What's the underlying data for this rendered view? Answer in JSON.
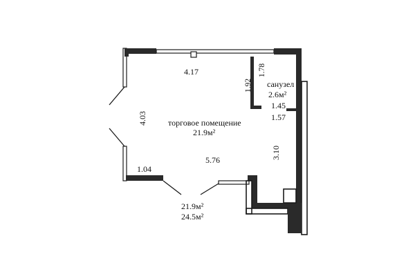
{
  "plan": {
    "rooms": [
      {
        "id": "trade",
        "name": "торговое помещение",
        "area": "21.9м²"
      },
      {
        "id": "wc",
        "name": "санузел",
        "area": "2.6м²"
      }
    ],
    "dimensions": {
      "top_width": "4.17",
      "left_depth": "4.03",
      "main_width": "5.76",
      "bottom_left": "1.04",
      "right_depth": "3.10",
      "wc_width": "1.78",
      "wc_depth": "1.92",
      "wc_door_a": "1.45",
      "wc_door_b": "1.57"
    },
    "totals": {
      "living_area": "21.9м²",
      "total_area": "24.5м²"
    }
  }
}
